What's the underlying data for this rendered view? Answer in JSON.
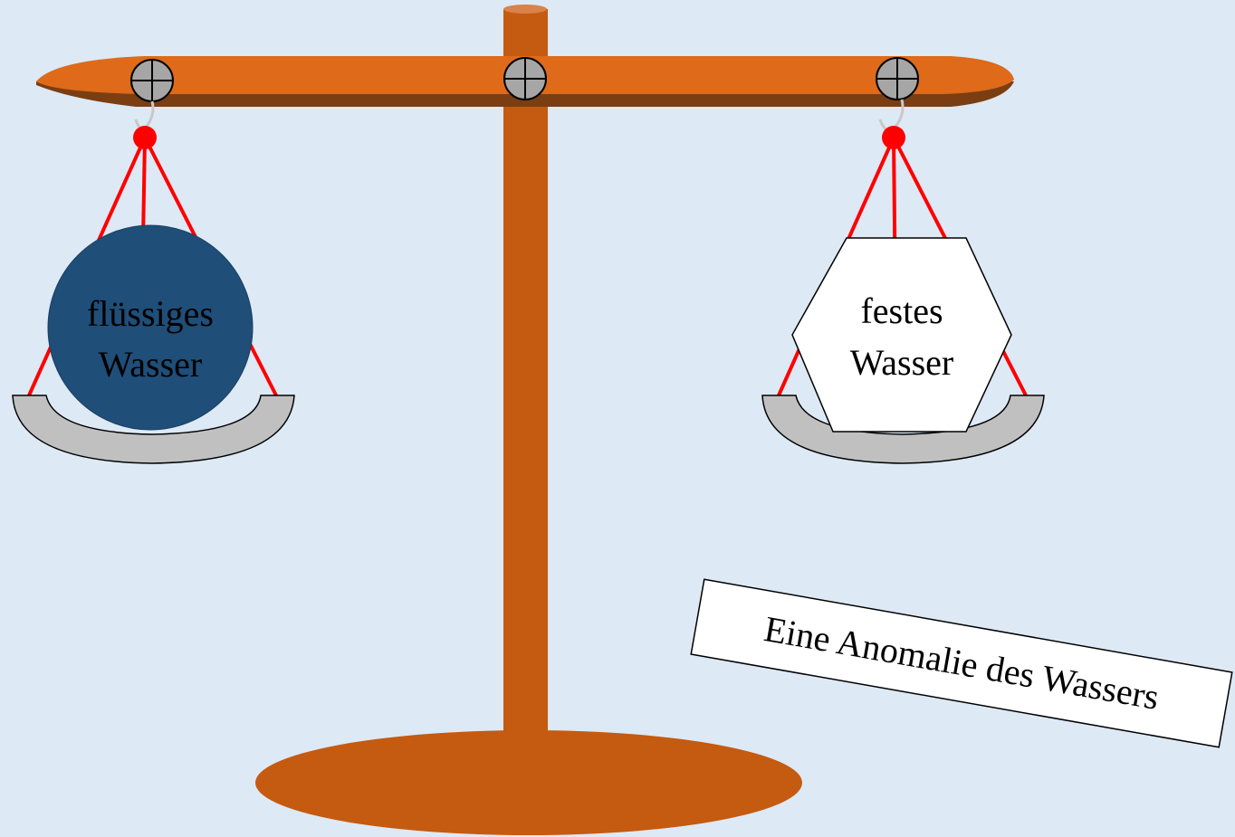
{
  "left_weight": {
    "line1": "flüssiges",
    "line2": "Wasser",
    "fill": "#1f4e79"
  },
  "right_weight": {
    "line1": "festes",
    "line2": "Wasser",
    "fill": "#ffffff"
  },
  "caption": "Eine Anomalie des Wassers",
  "colors": {
    "background": "#dde9f5",
    "wood": "#c55a11",
    "beam_top": "#de6a1a",
    "beam_shadow": "#7a3e12",
    "rope": "#ff0000",
    "pan": "#c0c0c0",
    "screw": "#a6a6a6"
  }
}
